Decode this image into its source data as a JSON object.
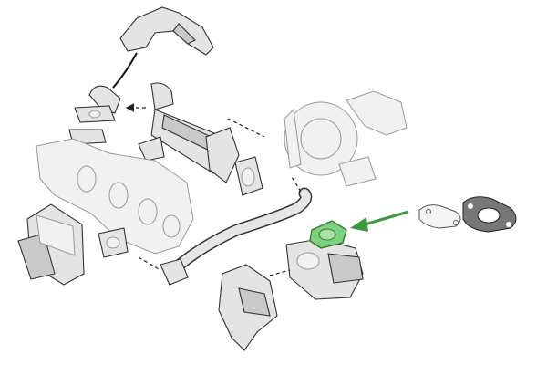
{
  "diagram": {
    "title": "",
    "colors": {
      "highlight": "#3c9a3c",
      "highlight_fill": "#7fd07f",
      "part_fill": "#e4e4e4",
      "outline": "#333333"
    },
    "parts": [
      "egr-pipe-upper",
      "egr-elbow",
      "egr-cooler",
      "exhaust-manifold",
      "turbocharger",
      "egr-pipe-lower",
      "egr-valve",
      "mounting-bracket",
      "heat-shield",
      "egr-gasket-highlighted",
      "blanking-plate",
      "gasket"
    ]
  }
}
